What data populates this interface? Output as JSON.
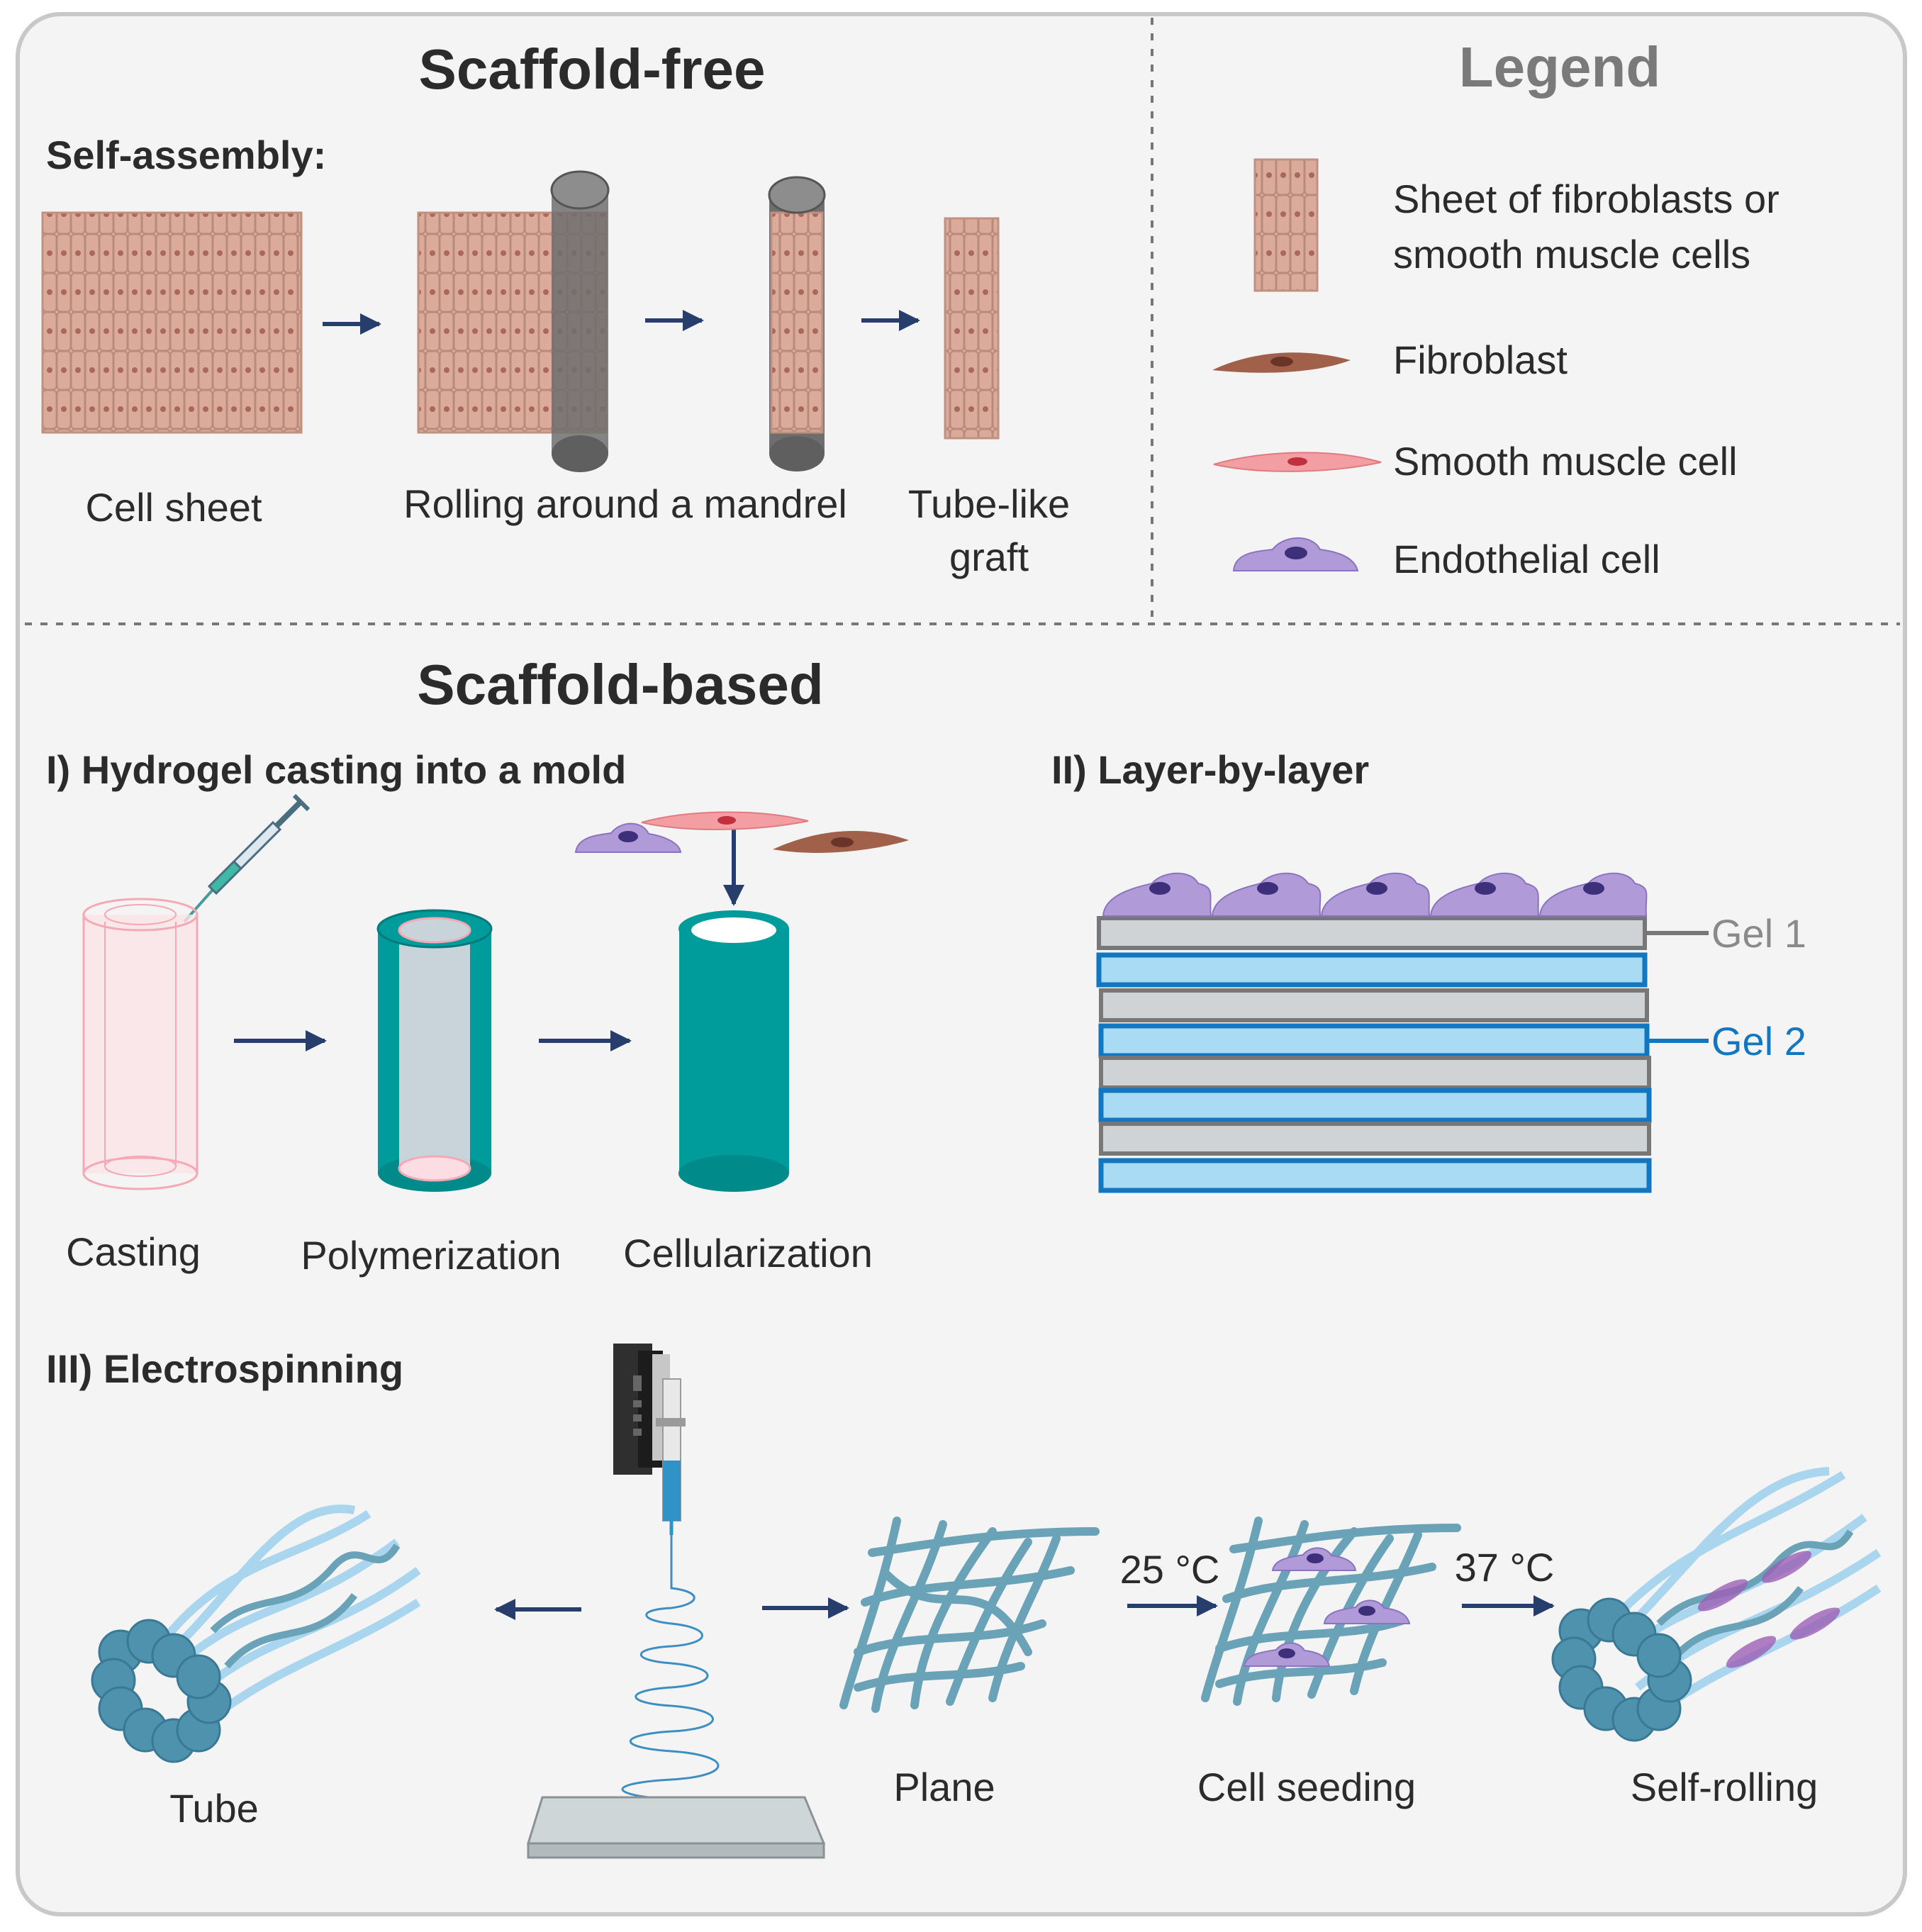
{
  "scaffold_free": {
    "title": "Scaffold-free",
    "subtitle": "Self-assembly:",
    "labels": {
      "cell_sheet": "Cell sheet",
      "rolling": "Rolling around a mandrel",
      "tube_like_1": "Tube-like",
      "tube_like_2": "graft"
    }
  },
  "legend": {
    "title": "Legend",
    "items": {
      "sheet_1": "Sheet of fibroblasts or",
      "sheet_2": "smooth muscle cells",
      "fibroblast": "Fibroblast",
      "smooth_muscle": "Smooth muscle cell",
      "endothelial": "Endothelial cell"
    }
  },
  "scaffold_based": {
    "title": "Scaffold-based",
    "hydrogel": {
      "title": "I) Hydrogel casting into a mold",
      "labels": {
        "casting": "Casting",
        "polymerization": "Polymerization",
        "cellularization": "Cellularization"
      }
    },
    "layer_by_layer": {
      "title": "II) Layer-by-layer",
      "gel1": "Gel 1",
      "gel2": "Gel 2"
    },
    "electrospinning": {
      "title": "III) Electrospinning",
      "labels": {
        "tube": "Tube",
        "plane": "Plane",
        "cell_seeding": "Cell seeding",
        "self_rolling": "Self-rolling",
        "temp1": "25 °C",
        "temp2": "37 °C"
      }
    }
  },
  "colors": {
    "panel_bg": "#f4f4f4",
    "cell_sheet": "#d9a898",
    "mandrel": "#6e6e6e",
    "fibroblast": "#a0604a",
    "smooth_muscle": "#f08a90",
    "endothelial": "#b09ad8",
    "teal": "#009c9c",
    "mold_pink": "#f7c6cf",
    "gel1": "#d0d3d6",
    "gel2": "#a9dbf5",
    "gel2_border": "#1277c0",
    "arrow": "#273d6b",
    "fiber": "#6aa3b8",
    "fiber_light": "#a9d6ee"
  }
}
